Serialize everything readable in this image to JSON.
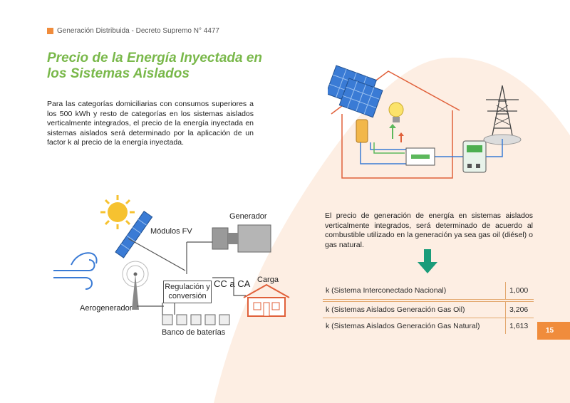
{
  "header": {
    "text": "Generación Distribuida - Decreto Supremo N° 4477"
  },
  "title": {
    "line1": "Precio de la Energía Inyectada en",
    "line2": "los Sistemas Aislados"
  },
  "intro_text": "Para las categorías domiciliarias con consumos superiores a los 500 kWh y resto de categorías en los sistemas aislados verticalmente integrados, el precio de la energía inyectada en sistemas aislados será determinado por la aplicación de un factor k al precio de la energía inyectada.",
  "diagram": {
    "modulos": "Módulos FV",
    "generador": "Generador",
    "aerogenerador": "Aerogenerador",
    "regulacion_line1": "Regulación y",
    "regulacion_line2": "conversión",
    "cc_ca": "CC a CA",
    "carga": "Carga",
    "banco": "Banco de baterías"
  },
  "generation_text": "El precio de generación de energía en sistemas aislados verticalmente integrados, será determinado de acuerdo al combustible utilizado en la generación ya sea gas oil (diésel) o gas natural.",
  "k_table": [
    {
      "label": "k (Sistema Interconectado Nacional)",
      "value": "1,000"
    },
    {
      "label": "k (Sistemas Aislados Generación Gas Oil)",
      "value": "3,206"
    },
    {
      "label": "k (Sistemas Aislados Generación Gas Natural)",
      "value": "1,613"
    }
  ],
  "page_number": "15",
  "colors": {
    "accent_orange": "#f08c3c",
    "title_green": "#79b84a",
    "teal_arrow": "#1a9c7a",
    "blob": "#fdeee3"
  }
}
